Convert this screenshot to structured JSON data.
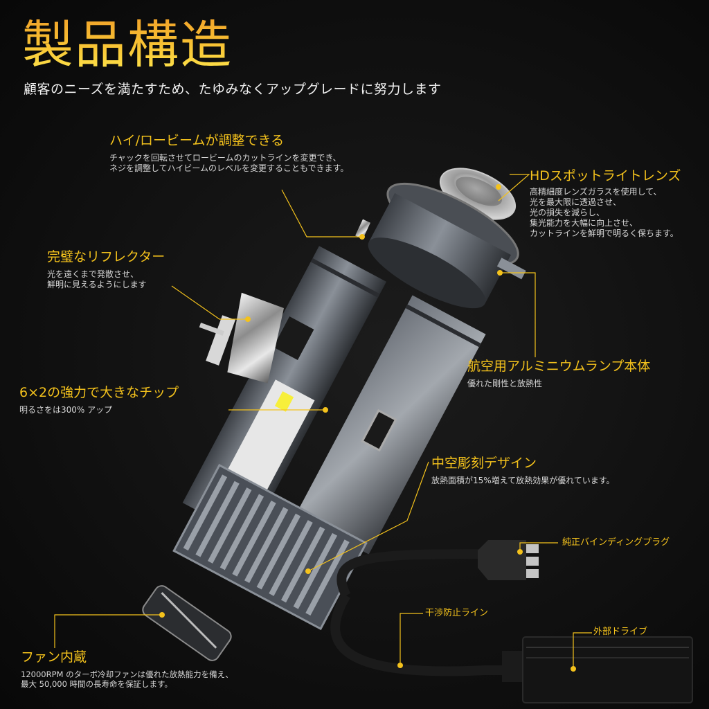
{
  "header": {
    "title": "製品構造",
    "subtitle": "顧客のニーズを満たすため、たゆみなくアップグレードに努力します"
  },
  "colors": {
    "accent": "#f4c21c",
    "background": "#111111",
    "text": "#e6e6e6"
  },
  "callouts": [
    {
      "id": "high-low-beam",
      "title": "ハイ/ロービームが調整できる",
      "lines": [
        "チャックを回転させてロービームのカットラインを変更でき、",
        "ネジを調整してハイビームのレベルを変更することもできます。"
      ]
    },
    {
      "id": "hd-spot-lens",
      "title": "HDスポットライトレンズ",
      "lines": [
        "高精細度レンズガラスを使用して、",
        "光を最大限に透過させ、",
        "光の損失を減らし、",
        "集光能力を大幅に向上させ、",
        "カットラインを鮮明で明るく保ちます。"
      ]
    },
    {
      "id": "reflector",
      "title": "完璧なリフレクター",
      "lines": [
        "光を遠くまで発散させ、",
        "鮮明に見えるようにします"
      ]
    },
    {
      "id": "aluminium-body",
      "title": "航空用アルミニウムランプ本体",
      "lines": [
        "優れた剛性と放熱性"
      ]
    },
    {
      "id": "chip",
      "title": "6×2の強力で大きなチップ",
      "lines": [
        "明るさをは300% アップ"
      ]
    },
    {
      "id": "hollow-design",
      "title": "中空彫刻デザイン",
      "lines": [
        "放熱面積が15%増えて放熱効果が優れています。"
      ]
    },
    {
      "id": "plug",
      "title": "純正バインディングプラグ",
      "lines": []
    },
    {
      "id": "anti-interference",
      "title": "干渉防止ライン",
      "lines": []
    },
    {
      "id": "external-driver",
      "title": "外部ドライブ",
      "lines": []
    },
    {
      "id": "fan",
      "title": "ファン内蔵",
      "lines": [
        "12000RPM のターボ冷却ファンは優れた放熱能力を備え、",
        "最大 50,000 時間の長寿命を保証します。"
      ]
    }
  ]
}
